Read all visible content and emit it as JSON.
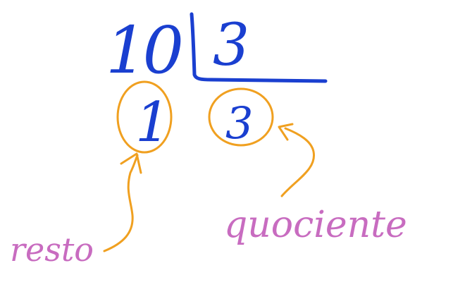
{
  "division": {
    "dividend": "10",
    "divisor": "3",
    "remainder": "1",
    "quotient": "3"
  },
  "labels": {
    "remainder_label": "resto",
    "quotient_label": "quociente"
  },
  "colors": {
    "numbers": "#1a3fd0",
    "highlight": "#f0a020",
    "labels": "#c86cc0",
    "background": "#ffffff"
  }
}
